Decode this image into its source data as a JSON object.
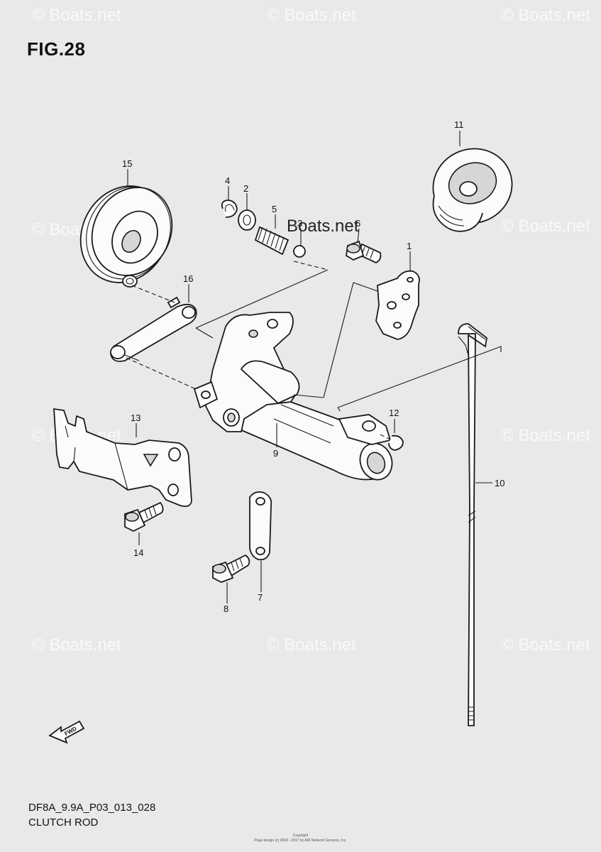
{
  "figure": {
    "title": "FIG.28",
    "code": "DF8A_9.9A_P03_013_028",
    "caption": "CLUTCH ROD",
    "copyright_line1": "Copyright",
    "copyright_line2": "Page design (c) 2004 - 2017 by ARI Network Services, Inc."
  },
  "watermark": {
    "text": "© Boats.net",
    "center_text": "Boats.net"
  },
  "callouts": [
    "1",
    "2",
    "3",
    "4",
    "5",
    "6",
    "7",
    "8",
    "9",
    "10",
    "11",
    "12",
    "13",
    "14",
    "15",
    "16"
  ],
  "fwd_label": "FWD"
}
